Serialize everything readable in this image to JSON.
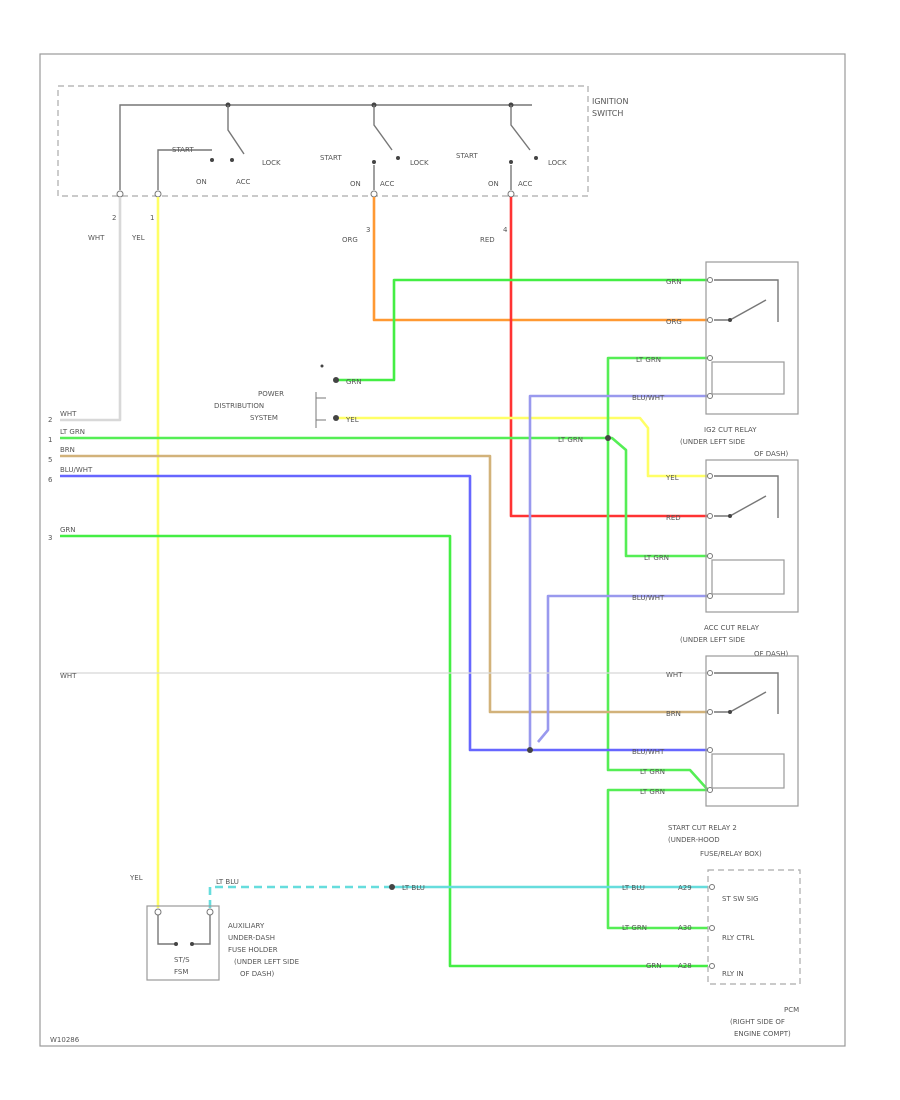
{
  "colors": {
    "wht": "#d8d8d8",
    "yel": "#ffff66",
    "org": "#ff9933",
    "red": "#ff3333",
    "grn": "#44ee44",
    "lt_grn": "#55ee55",
    "brn": "#d2b27a",
    "blu": "#6666ff",
    "blu_lt": "#9999ee",
    "lt_blu": "#66dddd"
  },
  "ignition_switch": {
    "title_1": "IGNITION",
    "title_2": "SWITCH",
    "sw1": {
      "start": "START",
      "lock": "LOCK",
      "on": "ON",
      "acc": "ACC"
    },
    "sw2": {
      "start": "START",
      "lock": "LOCK",
      "on": "ON",
      "acc": "ACC"
    },
    "sw3": {
      "start": "START",
      "lock": "LOCK",
      "on": "ON",
      "acc": "ACC"
    },
    "pins": [
      "2",
      "1",
      "3",
      "4"
    ]
  },
  "wires": {
    "wht_1": "WHT",
    "yel_1": "YEL",
    "org_1": "ORG",
    "red_1": "RED",
    "grn_top": "GRN",
    "org_r": "ORG",
    "lt_grn_r1": "LT GRN",
    "blu_r1": "BLU/WHT",
    "grn_pds": "GRN",
    "yel_pds": "YEL",
    "wht_l": "WHT",
    "lt_grn_l": "LT GRN",
    "brn_l": "BRN",
    "blu_l": "BLU/WHT",
    "grn_l": "GRN",
    "lt_grn_mid": "LT GRN",
    "yel_r2": "YEL",
    "red_r2": "RED",
    "lt_grn_r2": "LT GRN",
    "blu_r2": "BLU/WHT",
    "wht_l2": "WHT",
    "wht_r3": "WHT",
    "brn_r3": "BRN",
    "blu_r3": "BLU/WHT",
    "lt_grn_r3a": "LT GRN",
    "lt_grn_r3b": "LT GRN",
    "yel_fuse": "YEL",
    "lt_blu_fuse": "LT BLU",
    "lt_blu_mid": "LT BLU",
    "lt_blu_pcm": "LT BLU",
    "lt_grn_pcm": "LT GRN",
    "grn_pcm": "GRN",
    "pcm_pin_1": "A29",
    "pcm_pin_2": "A30",
    "pcm_pin_3": "A28"
  },
  "power_distribution": [
    "POWER",
    "DISTRIBUTION",
    "SYSTEM"
  ],
  "relay_1": [
    "IG2 CUT RELAY",
    "(UNDER LEFT SIDE",
    "OF DASH)"
  ],
  "relay_2": [
    "ACC CUT RELAY",
    "(UNDER LEFT SIDE",
    "OF DASH)"
  ],
  "relay_3": [
    "START CUT RELAY 2",
    "(UNDER-HOOD",
    "FUSE/RELAY BOX)"
  ],
  "fuse": {
    "name": "ST/S",
    "sub": "FSM"
  },
  "fuse_holder": [
    "AUXILIARY",
    "UNDER-DASH",
    "FUSE HOLDER",
    "(UNDER LEFT SIDE",
    "OF DASH)"
  ],
  "pcm": {
    "pin_1": "ST SW SIG",
    "pin_2": "RLY CTRL",
    "pin_3": "RLY IN",
    "title": [
      "PCM",
      "(RIGHT SIDE OF",
      "ENGINE COMPT)"
    ]
  },
  "left_connector_pins": [
    "2",
    "1",
    "5",
    "6",
    "3"
  ],
  "footer_code": "W10286"
}
